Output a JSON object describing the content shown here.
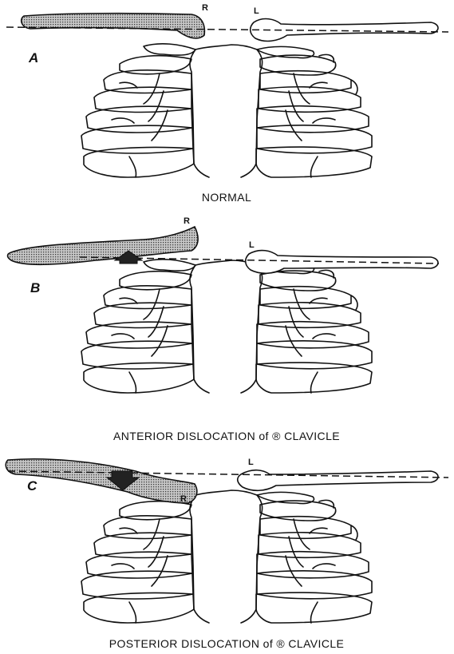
{
  "panels": [
    {
      "letter": "A",
      "right_label": "R",
      "left_label": "L",
      "caption": "NORMAL"
    },
    {
      "letter": "B",
      "right_label": "R",
      "left_label": "L",
      "caption": "ANTERIOR DISLOCATION of ® CLAVICLE"
    },
    {
      "letter": "C",
      "right_label": "R",
      "left_label": "L",
      "caption": "POSTERIOR DISLOCATION of ® CLAVICLE"
    }
  ],
  "colors": {
    "ink": "#111111",
    "highlight_fill": "#9a9a9a",
    "background": "#ffffff"
  }
}
